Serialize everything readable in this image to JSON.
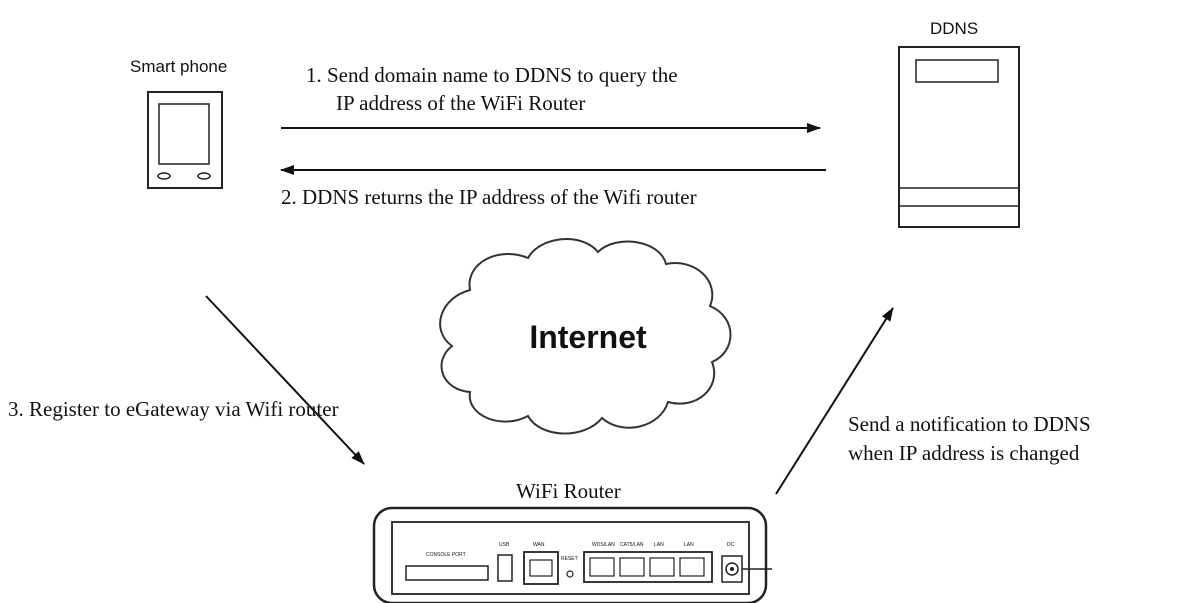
{
  "nodes": {
    "smartphone_label": "Smart phone",
    "ddns_label": "DDNS",
    "router_label": "WiFi Router",
    "internet_label": "Internet"
  },
  "steps": {
    "step1_line1": "1. Send domain name to DDNS to query the",
    "step1_line2": "IP address of the WiFi Router",
    "step2": "2. DDNS returns the IP address of the Wifi router",
    "step3": "3. Register to eGateway via Wifi router",
    "notify_line1": "Send a notification to DDNS",
    "notify_line2": "when IP address is changed"
  },
  "router_ports": {
    "console": "CONSOLE PORT",
    "usb": "USB",
    "wan": "WAN",
    "reset": "RESET",
    "lan1": "WDS/LAN",
    "lan2": "CAT5/LAN",
    "lan3": "LAN",
    "lan4": "LAN",
    "dc": "DC"
  }
}
